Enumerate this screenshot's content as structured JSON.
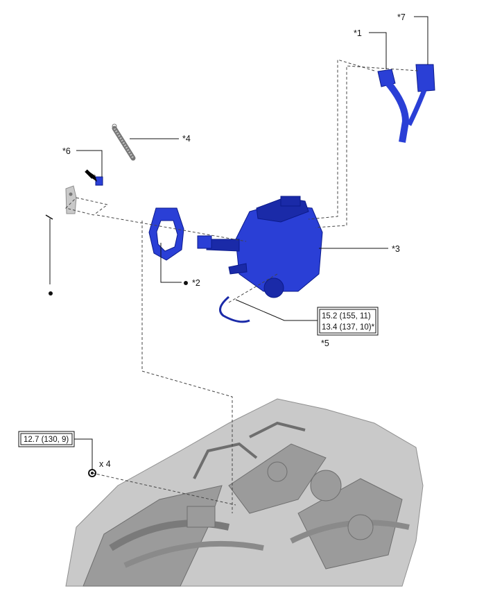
{
  "callouts": {
    "c1": "*1",
    "c2": "*2",
    "c3": "*3",
    "c4": "*4",
    "c5": "*5",
    "c6": "*6",
    "c7": "*7"
  },
  "torque_specs": {
    "spec_upper_line1": "15.2 (155, 11)",
    "spec_upper_line2": "13.4 (137, 10)*",
    "spec_lower": "12.7 (130, 9)",
    "quantity": "x 4"
  },
  "colors": {
    "part_highlight": "#2a3fd6",
    "engine_bay": "#c9c9c9",
    "lines": "#111111"
  }
}
